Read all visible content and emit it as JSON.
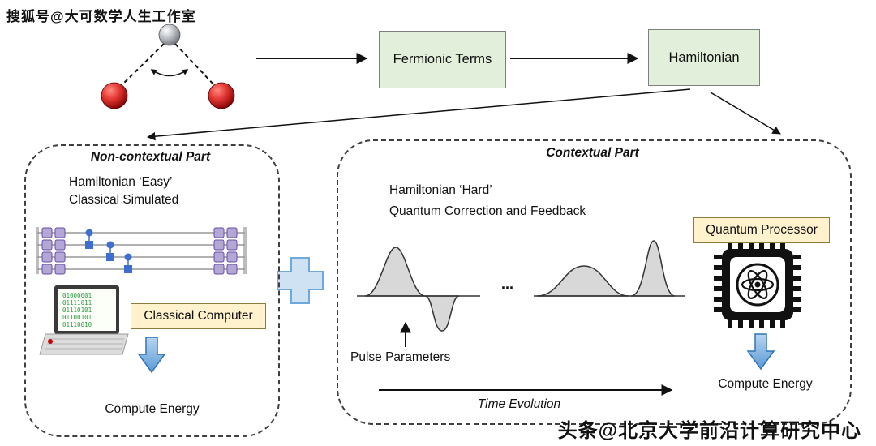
{
  "watermarks": {
    "top": "搜狐号@大可数学人生工作室",
    "bottom": "头条@北京大学前沿计算研究中心"
  },
  "flow_boxes": {
    "fermionic": "Fermionic Terms",
    "hamiltonian": "Hamiltonian"
  },
  "left_panel": {
    "title": "Non-contextual Part",
    "line1": "Hamiltonian ‘Easy’",
    "line2": "Classical Simulated",
    "binary": [
      "01000001",
      "01111011",
      "01110101",
      "01100101",
      "01110010"
    ],
    "computer_label": "Classical Computer",
    "compute_energy": "Compute Energy"
  },
  "right_panel": {
    "title": "Contextual Part",
    "line1": "Hamiltonian ‘Hard’",
    "line2": "Quantum Correction and Feedback",
    "dots": "...",
    "pulse_label": "Pulse Parameters",
    "time_label": "Time Evolution",
    "processor_label": "Quantum Processor",
    "compute_energy": "Compute Energy"
  },
  "colors": {
    "box_green": "#e2efda",
    "box_yellow": "#fff2cc",
    "plus_fill": "#cfe2f3",
    "plus_border": "#6fa8dc",
    "arrow_blue_fill": "#8ab9e6",
    "arrow_blue_border": "#2e75b6",
    "gate_purple": "#b4a7d6",
    "control_blue": "#3d6fd1",
    "wave_gray": "#d8d8d8",
    "sphere_red": "#cc0000",
    "sphere_gray": "#a9aeb4"
  },
  "icons": {
    "molecule": "water-molecule-icon",
    "circuit": "quantum-circuit-icon",
    "laptop": "laptop-binary-icon",
    "plus": "plus-sign-icon",
    "chip": "quantum-chip-atom-icon",
    "down_arrow": "blue-down-arrow-icon"
  }
}
